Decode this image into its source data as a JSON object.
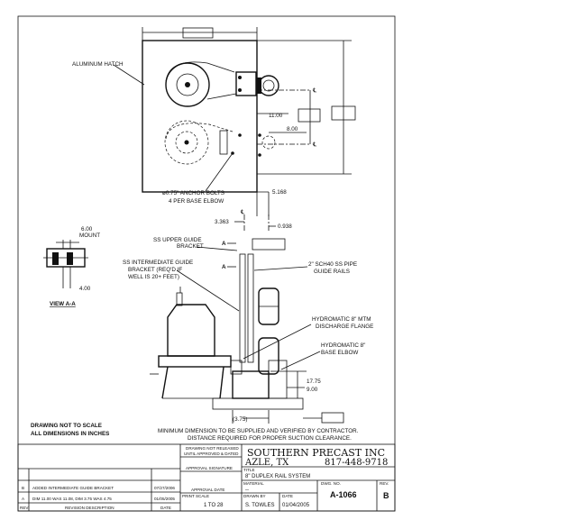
{
  "plan_view": {
    "label_hatch": "ALUMINUM HATCH",
    "dim_11": "11.00",
    "dim_8": "8.00",
    "anchor_note_line1": "ø0.75\" ANCHOR BOLTS",
    "anchor_note_line2": "4 PER BASE ELBOW",
    "dim_5168": "5.168"
  },
  "elevation": {
    "dim_3363": "3.363",
    "dim_0938": "0.938",
    "label_upper_guide_line1": "SS UPPER GUIDE",
    "label_upper_guide_line2": "BRACKET",
    "label_guide_rails_line1": "2\" SCH40 SS PIPE",
    "label_guide_rails_line2": "GUIDE RAILS",
    "label_intermediate_line1": "SS INTERMEDIATE GUIDE",
    "label_intermediate_line2": "BRACKET (REQ'D IF",
    "label_intermediate_line3": "WELL IS 20+ FEET)",
    "label_flange_line1": "HYDROMATIC 8\" MTM",
    "label_flange_line2": "DISCHARGE FLANGE",
    "label_elbow_line1": "HYDROMATIC 8\"",
    "label_elbow_line2": "BASE ELBOW",
    "dim_1775": "17.75",
    "dim_900": "9.00",
    "dim_375": "(3.75)",
    "section_marker": "A"
  },
  "view_aa": {
    "dim_600": "6.00",
    "dim_mount": "MOUNT",
    "dim_400": "4.00",
    "title": "VIEW A-A"
  },
  "notes": {
    "line1": "DRAWING NOT TO SCALE",
    "line2": "ALL DIMENSIONS IN INCHES",
    "min_line1": "MINIMUM DIMENSION TO BE SUPPLIED AND VERIFIED BY CONTRACTOR.",
    "min_line2": "DISTANCE REQUIRED FOR PROPER SUCTION CLEARANCE."
  },
  "title_block": {
    "company": "SOUTHERN PRECAST INC",
    "city": "AZLE, TX",
    "phone": "817-448-9718",
    "drawing_not_released_line1": "DRAWING NOT RELEASED",
    "drawing_not_released_line2": "UNTIL APPROVED & DATED",
    "approval_signature": "APPROVAL SIGNATURE",
    "approval_date": "APPROVAL DATE",
    "title_label": "TITLE",
    "title": "8\" DUPLEX RAIL SYSTEM",
    "material_label": "MATERIAL",
    "material": "--",
    "dwg_no_label": "DWG. NO.",
    "dwg_no": "A-1066",
    "rev_label": "REV.",
    "rev": "B",
    "print_scale_label": "PRINT SCALE",
    "print_scale": "1 TO 28",
    "drawn_by_label": "DRAWN BY",
    "drawn_by": "S. TOWLES",
    "date_label": "DATE",
    "date": "01/04/2005",
    "revisions": [
      {
        "rev": "B",
        "desc": "ADDED INTERMEDIATE GUIDE BRACKET",
        "date": "07/27/2006"
      },
      {
        "rev": "A",
        "desc": "DIM 11.00 WAS 11.08, DIM 3.75 WAS 4.75",
        "date": "01/05/2005"
      }
    ],
    "rev_header": "REV.",
    "desc_header": "REVISION DESCRIPTION",
    "date_header": "DATE"
  }
}
